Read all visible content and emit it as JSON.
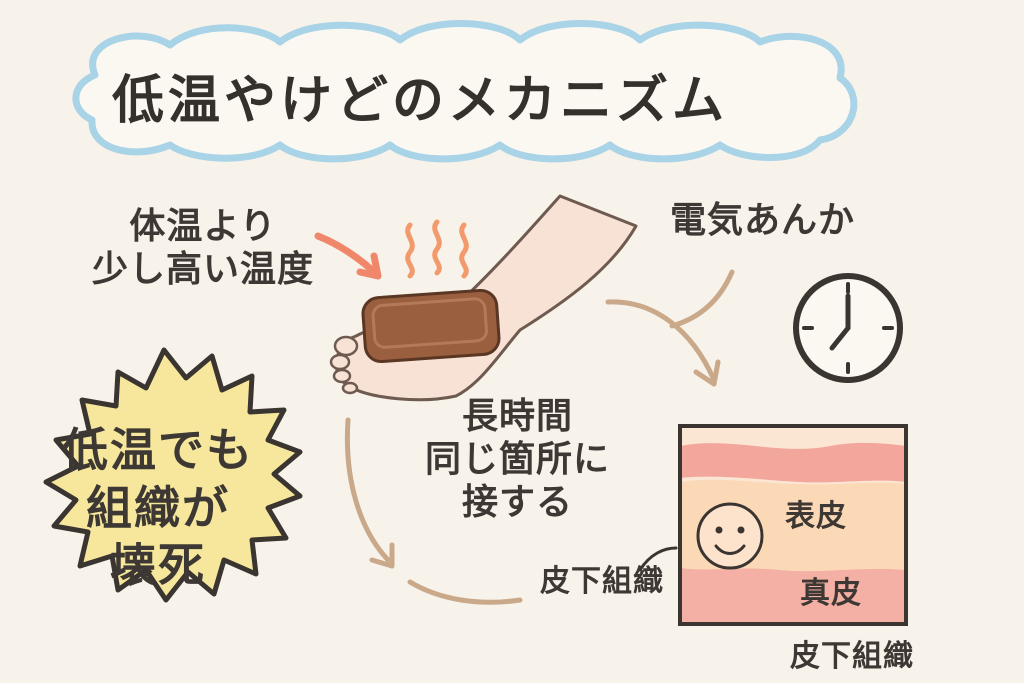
{
  "title": "低温やけどのメカニズム",
  "labels": {
    "temperature": "体温より\n少し高い温度",
    "heater": "電気あんか",
    "duration": "長時間\n同じ箇所に\n接する",
    "subcutis_left": "皮下組織",
    "epidermis": "表皮",
    "dermis": "真皮",
    "subcutis_bottom": "皮下組織"
  },
  "burst": {
    "text": "低温でも\n組織が\n壊死"
  },
  "icons": [
    "heat-pack-icon",
    "foot-icon",
    "heat-wave-icon",
    "clock-icon",
    "smiley-face-icon",
    "arrow-icon"
  ],
  "colors": {
    "background": "#f7f2ea",
    "title_outline": "#a9d3e6",
    "burst_fill": "#f6e79c",
    "arrow_tan": "#c9a98a",
    "arrow_coral": "#f0876a",
    "heat_pack": "#9a5f3e",
    "skin": "#f7ddd0",
    "epidermis": "#fbe0c4",
    "dermis": "#f4b0a4"
  }
}
